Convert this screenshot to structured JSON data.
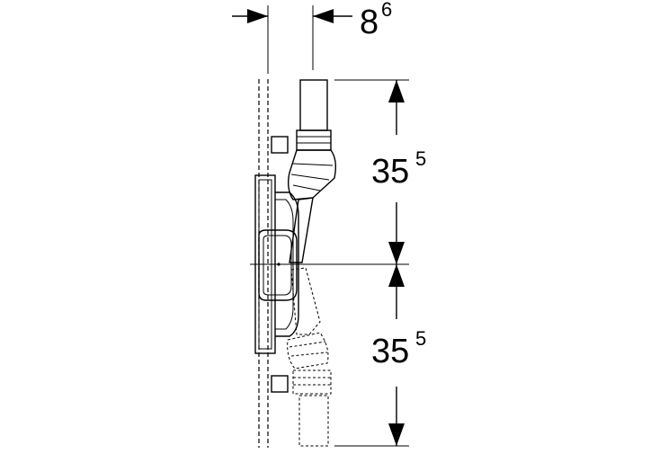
{
  "dimensions": {
    "top": {
      "value": "8",
      "superscript": "6"
    },
    "upper": {
      "value": "35",
      "superscript": "5"
    },
    "lower": {
      "value": "35",
      "superscript": "5"
    }
  }
}
